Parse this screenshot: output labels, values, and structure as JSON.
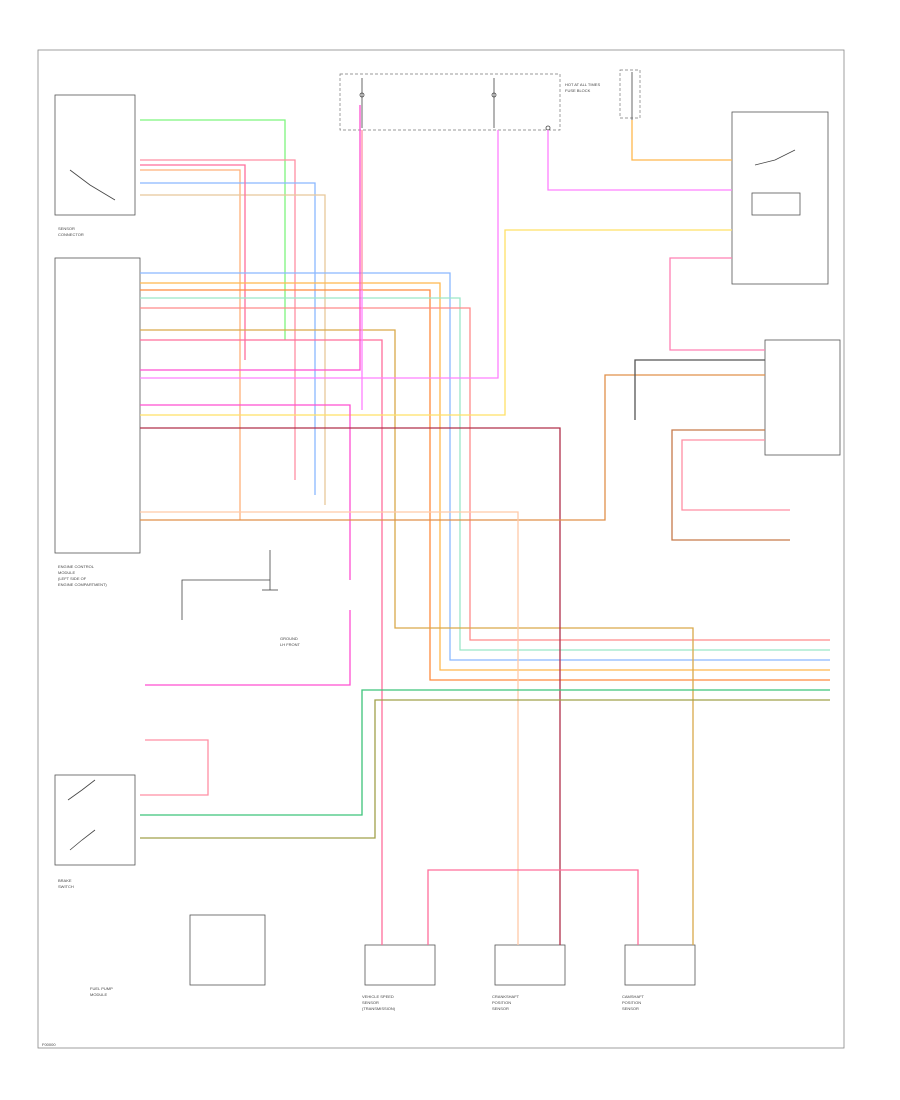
{
  "diagram": {
    "figure_id": "F00000",
    "components": {
      "ecm": {
        "label_lines": [
          "ENGINE CONTROL",
          "MODULE",
          "(LEFT SIDE OF",
          "ENGINE COMPARTMENT)"
        ]
      },
      "top_fuse": {
        "label_lines": [
          "HOT AT ALL TIMES",
          "FUSE BLOCK"
        ]
      },
      "spark_plug_sensor": {
        "label_lines": [
          "SENSOR",
          "CONNECTOR"
        ]
      },
      "gnd1": {
        "label_lines": [
          "GROUND",
          "LH FRONT"
        ]
      },
      "brake_sw": {
        "label_lines": [
          "BRAKE",
          "SWITCH"
        ]
      },
      "fuel_pump": {
        "label_lines": [
          "FUEL PUMP",
          "MODULE"
        ]
      },
      "speed_sensors": [
        {
          "label_lines": [
            "VEHICLE SPEED",
            "SENSOR",
            "(TRANSMISSION)"
          ]
        },
        {
          "label_lines": [
            "CRANKSHAFT",
            "POSITION",
            "SENSOR"
          ]
        },
        {
          "label_lines": [
            "CAMSHAFT",
            "POSITION",
            "SENSOR"
          ]
        }
      ]
    }
  }
}
